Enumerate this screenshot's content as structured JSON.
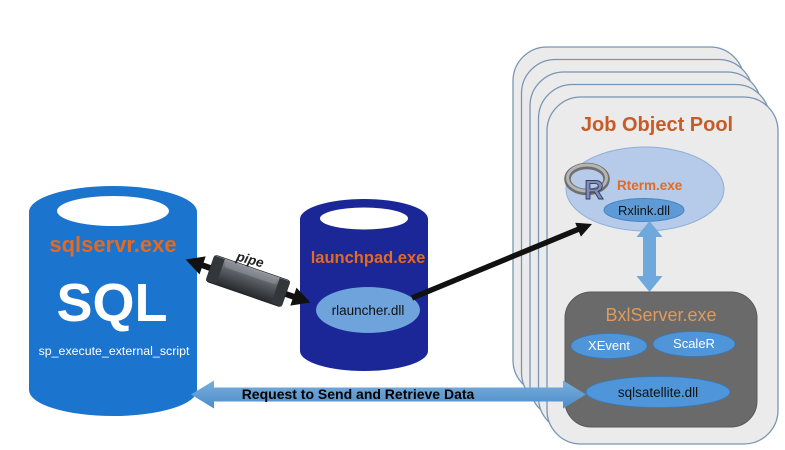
{
  "colors": {
    "sql_cylinder_blue": "#1B74CE",
    "launchpad_navy": "#1B2697",
    "process_label_orange": "#E5691E",
    "pool_title_orange": "#C75B27",
    "pool_layer_fill": "#EBEBEB",
    "pool_layer_border": "#7A95B4",
    "bxlserver_gray": "#6A6A6A",
    "bxlserver_label_tan": "#E09A5C",
    "component_ellipse_blue": "#4E96D9",
    "rterm_ellipse_blue": "#B5CBE9",
    "rxlink_ellipse_blue": "#5E9BD6",
    "rlauncher_ellipse_blue": "#6FA3DC",
    "request_arrow_blue": "#5B9BD5",
    "vertical_arrow_blue": "#6FA8DC",
    "pipe_dark_gray": "#3a3e42",
    "arrow_black": "#111111"
  },
  "sql_db": {
    "process": "sqlservr.exe",
    "logo": "SQL",
    "procedure": "sp_execute_external_script"
  },
  "pipe": {
    "label": "pipe"
  },
  "launchpad": {
    "process": "launchpad.exe",
    "dll": "rlauncher.dll"
  },
  "job_pool": {
    "title": "Job Object Pool",
    "rterm": {
      "r_logo": "R",
      "process": "Rterm.exe",
      "dll": "Rxlink.dll"
    },
    "bxlserver": {
      "process": "BxlServer.exe",
      "components": {
        "xevent": "XEvent",
        "scaler": "ScaleR",
        "satellite": "sqlsatellite.dll"
      }
    }
  },
  "request_arrow": {
    "label": "Request to Send and Retrieve Data"
  }
}
